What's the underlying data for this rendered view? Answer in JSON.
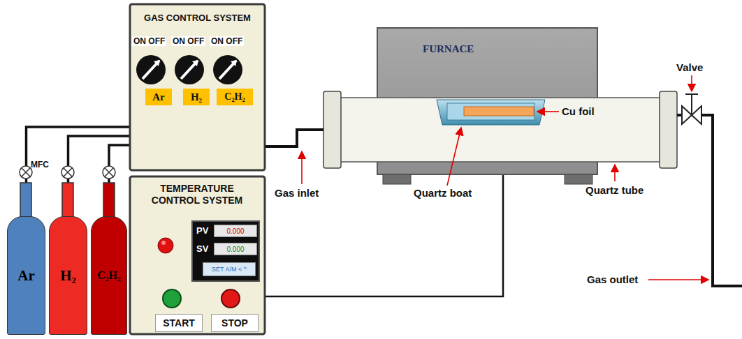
{
  "diagram": {
    "nodes": [
      {
        "text": [
          "Ar"
        ]
      },
      {
        "text": [
          "H₂"
        ]
      },
      {
        "text": [
          "C₂H₂"
        ]
      },
      {
        "text": [
          "GAS CONTROL SYSTEM"
        ]
      },
      {
        "text": [
          "Ar"
        ],
        "in": 3
      },
      {
        "text": [
          "H₂"
        ],
        "in": 3
      },
      {
        "text": [
          "C₂H₂"
        ],
        "in": 3
      },
      {
        "text": [
          "TEMPERATURE CONTROL SYSTEM"
        ]
      },
      {
        "text": [
          "PV",
          "SV"
        ],
        "in": 7
      },
      {
        "text": [
          "0.000"
        ],
        "in": 8
      },
      {
        "text": [
          "0.000"
        ],
        "in": 8
      },
      {
        "text": [
          "SET A/M < ^"
        ],
        "in": 8
      },
      {
        "text": [
          "START"
        ],
        "in": 7
      },
      {
        "text": [
          "STOP"
        ],
        "in": 7
      },
      {
        "text": [
          "FURNACE"
        ]
      }
    ],
    "edges": [
      {
        "from": 0,
        "to": 3,
        "arrow": "none"
      },
      {
        "from": 1,
        "to": 3,
        "arrow": "none"
      },
      {
        "from": 2,
        "to": 3,
        "arrow": "none"
      },
      {
        "from": 7,
        "to": 14,
        "arrow": "none"
      }
    ],
    "labels": [
      "MFC",
      "ON OFF",
      "ON OFF",
      "ON OFF",
      "Gas inlet",
      "Quartz boat",
      "Cu foil",
      "Quartz tube",
      "Valve",
      "Gas outlet"
    ]
  }
}
